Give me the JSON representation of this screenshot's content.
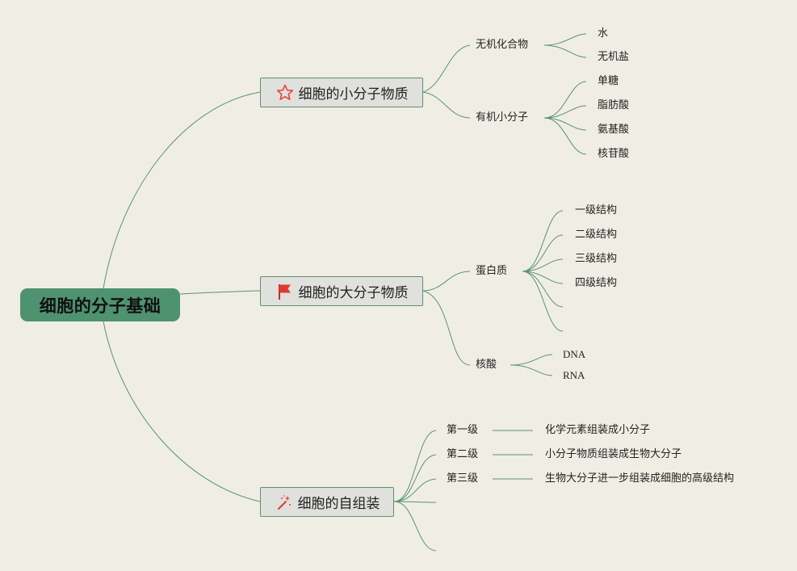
{
  "root": {
    "label": "细胞的分子基础"
  },
  "branches": [
    {
      "label": "细胞的小分子物质",
      "icon": "star-outline-icon",
      "icon_color": "#e8453c",
      "groups": [
        {
          "label": "无机化合物",
          "items": [
            "水",
            "无机盐"
          ]
        },
        {
          "label": "有机小分子",
          "items": [
            "单糖",
            "脂肪酸",
            "氨基酸",
            "核苷酸"
          ]
        }
      ]
    },
    {
      "label": "细胞的大分子物质",
      "icon": "red-flag-icon",
      "icon_color": "#e03a2e",
      "groups": [
        {
          "label": "蛋白质",
          "items": [
            "一级结构",
            "二级结构",
            "三级结构",
            "四级结构"
          ]
        },
        {
          "label": "核酸",
          "items": [
            "DNA",
            "RNA"
          ]
        }
      ]
    },
    {
      "label": "细胞的自组装",
      "icon": "magic-wand-icon",
      "icon_color": "#e03a2e",
      "levels": [
        {
          "label": "第一级",
          "detail": "化学元素组装成小分子"
        },
        {
          "label": "第二级",
          "detail": "小分子物质组装成生物大分子"
        },
        {
          "label": "第三级",
          "detail": "生物大分子进一步组装成细胞的高级结构"
        }
      ]
    }
  ],
  "colors": {
    "background": "#f0eee4",
    "root_fill": "#4f9270",
    "branch_fill": "#e0e0dc",
    "line": "#5a9275"
  }
}
